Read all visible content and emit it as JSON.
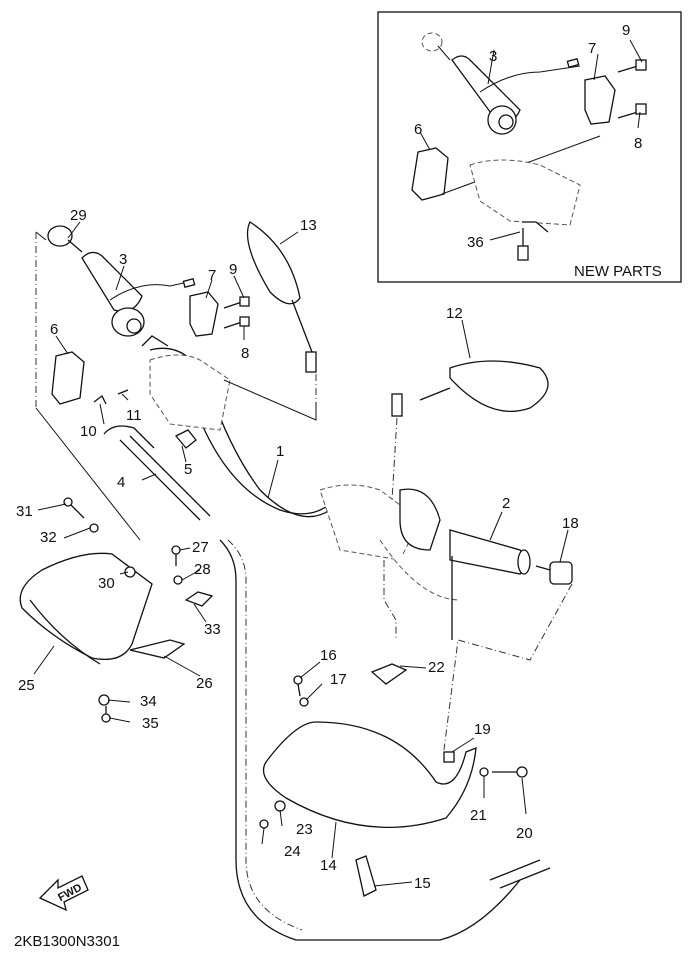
{
  "diagram": {
    "drawing_code": "2KB1300N3301",
    "direction_indicator": "FWD",
    "inset": {
      "label": "NEW PARTS",
      "callouts": [
        "3",
        "7",
        "9",
        "8",
        "6",
        "36"
      ]
    },
    "callouts": [
      {
        "id": "1"
      },
      {
        "id": "2"
      },
      {
        "id": "3"
      },
      {
        "id": "4"
      },
      {
        "id": "5"
      },
      {
        "id": "6"
      },
      {
        "id": "7"
      },
      {
        "id": "8"
      },
      {
        "id": "9"
      },
      {
        "id": "10"
      },
      {
        "id": "11"
      },
      {
        "id": "12"
      },
      {
        "id": "13"
      },
      {
        "id": "14"
      },
      {
        "id": "15"
      },
      {
        "id": "16"
      },
      {
        "id": "17"
      },
      {
        "id": "18"
      },
      {
        "id": "19"
      },
      {
        "id": "20"
      },
      {
        "id": "21"
      },
      {
        "id": "22"
      },
      {
        "id": "23"
      },
      {
        "id": "24"
      },
      {
        "id": "25"
      },
      {
        "id": "26"
      },
      {
        "id": "27"
      },
      {
        "id": "28"
      },
      {
        "id": "29"
      },
      {
        "id": "30"
      },
      {
        "id": "31"
      },
      {
        "id": "32"
      },
      {
        "id": "33"
      },
      {
        "id": "34"
      },
      {
        "id": "35"
      }
    ]
  }
}
